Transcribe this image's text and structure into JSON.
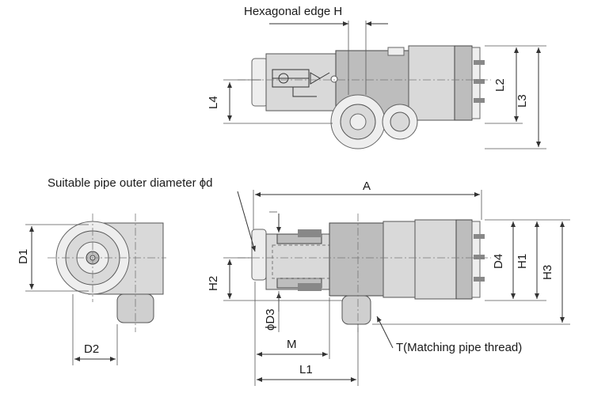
{
  "labels": {
    "hex_edge": "Hexagonal edge H",
    "pipe_od": "Suitable pipe outer diameter ϕd",
    "thread": "T(Matching pipe thread)",
    "A": "A",
    "L1": "L1",
    "L2": "L2",
    "L3": "L3",
    "L4": "L4",
    "M": "M",
    "D1": "D1",
    "D2": "D2",
    "D3": "ϕD3",
    "D4": "D4",
    "H1": "H1",
    "H2": "H2",
    "H3": "H3"
  },
  "colors": {
    "line": "#333333",
    "body": "#d9d9d9",
    "body_dark": "#bdbdbd"
  }
}
